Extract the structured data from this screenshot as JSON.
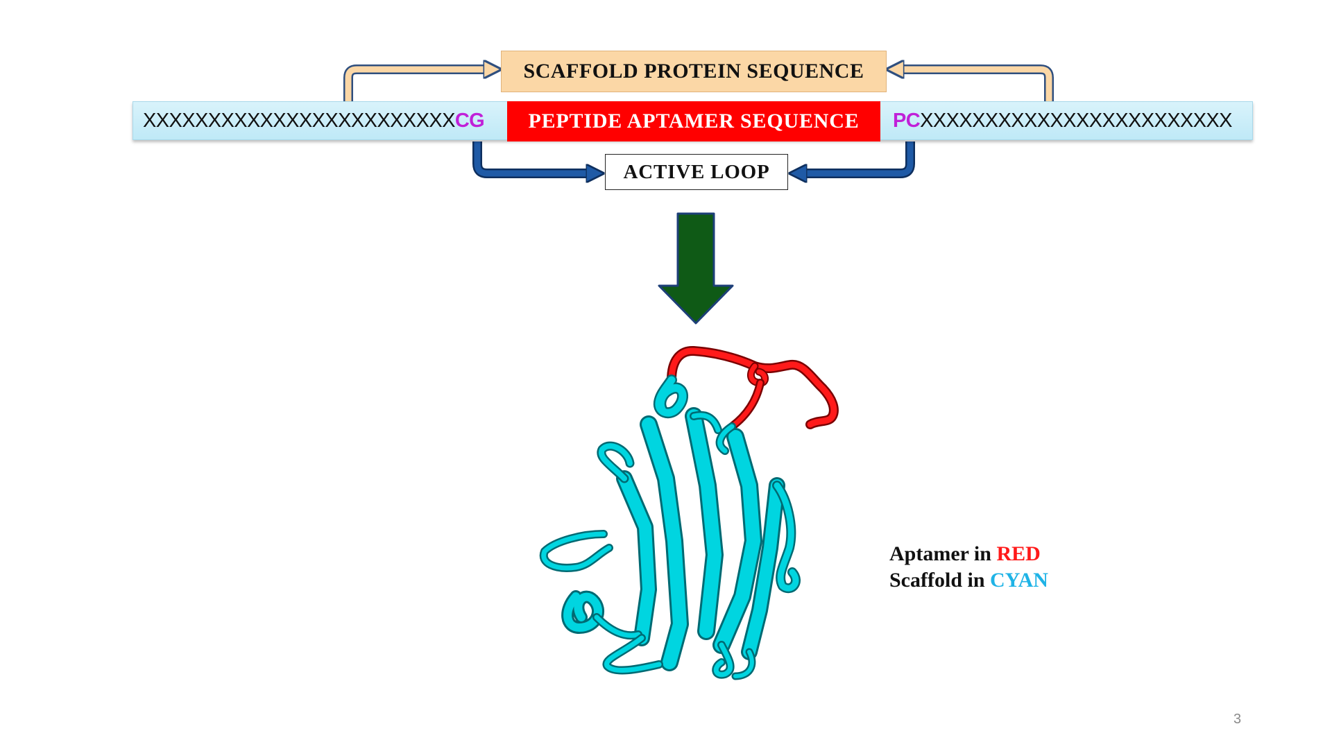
{
  "diagram": {
    "scaffold_label": "SCAFFOLD PROTEIN SEQUENCE",
    "sequence_left": "XXXXXXXXXXXXXXXXXXXXXXXX",
    "motif_left": "CG",
    "aptamer_label": "PEPTIDE APTAMER SEQUENCE",
    "motif_right": "PC",
    "sequence_right": "XXXXXXXXXXXXXXXXXXXXXXXX",
    "loop_label": "ACTIVE LOOP"
  },
  "legend": {
    "aptamer_prefix": "Aptamer in ",
    "aptamer_color_word": "RED",
    "scaffold_prefix": "Scaffold in ",
    "scaffold_color_word": "CYAN"
  },
  "colors": {
    "aptamer": "#ff0000",
    "scaffold": "#00d5e0",
    "scaffold_box": "#fbd7a6",
    "arrow_orange": "#fbd7a6",
    "arrow_blue": "#1f5aa6",
    "down_arrow": "#0f5a16",
    "motif": "#c020d8"
  },
  "page_number": "3"
}
